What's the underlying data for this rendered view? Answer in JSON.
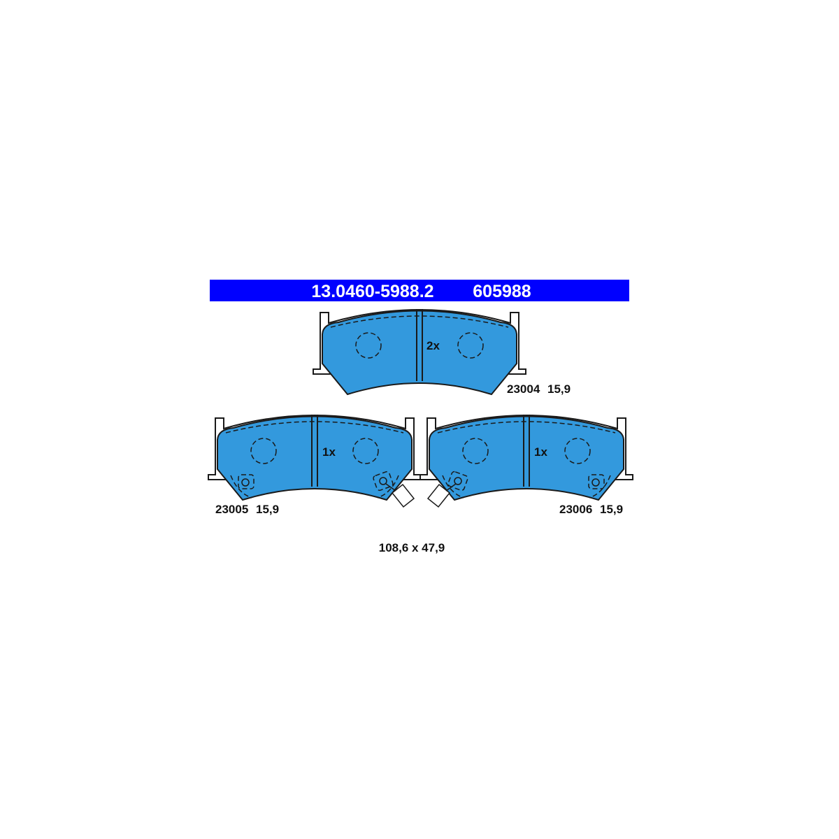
{
  "header": {
    "part_number": "13.0460-5988.2",
    "ref_number": "605988"
  },
  "pads": [
    {
      "quantity": "2x",
      "code": "23004",
      "thickness": "15,9",
      "has_sensor": false
    },
    {
      "quantity": "1x",
      "code": "23005",
      "thickness": "15,9",
      "has_sensor": true
    },
    {
      "quantity": "1x",
      "code": "23006",
      "thickness": "15,9",
      "has_sensor": true
    }
  ],
  "dimensions": "108,6 x 47,9",
  "colors": {
    "header_bg": "#0000ff",
    "header_text": "#ffffff",
    "pad_fill": "#3399dd",
    "line": "#1a1a1a"
  }
}
